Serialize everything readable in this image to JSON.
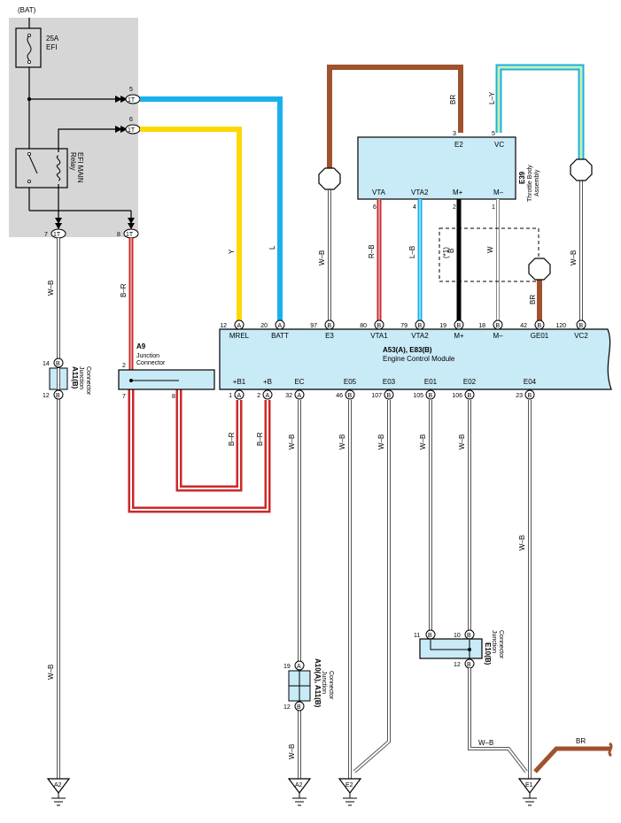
{
  "diagram": {
    "bat": "(BAT)",
    "fuse_amp": "25A",
    "fuse_name": "EFI",
    "relay_name": "EFI MAIN",
    "relay_word": "Relay",
    "pins": {
      "tf_5": "5",
      "tf_6": "6",
      "tf_7": "7",
      "tf_8": "8",
      "tf_code": "1T",
      "br_3": "3",
      "vc_5": "5",
      "vta_6": "6",
      "vta2_4": "4",
      "mp_2": "2",
      "mm_1": "1",
      "a11_14": "14",
      "a11_12": "12",
      "a9_2": "2",
      "a9_7": "7",
      "a9_8": "8",
      "a10_19": "19",
      "a10_12": "12",
      "e10_11": "11",
      "e10_10": "10",
      "e10_12": "12"
    },
    "ecm_top_pins": [
      {
        "num": "12",
        "code": "A",
        "name": "MREL"
      },
      {
        "num": "20",
        "code": "A",
        "name": "BATT"
      },
      {
        "num": "97",
        "code": "B",
        "name": "E3"
      },
      {
        "num": "80",
        "code": "B",
        "name": "VTA1"
      },
      {
        "num": "79",
        "code": "B",
        "name": "VTA2"
      },
      {
        "num": "19",
        "code": "B",
        "name": "M+"
      },
      {
        "num": "18",
        "code": "B",
        "name": "M–"
      },
      {
        "num": "42",
        "code": "B",
        "name": "GE01"
      },
      {
        "num": "120",
        "code": "B",
        "name": "VC2"
      }
    ],
    "ecm_bottom_pins": [
      {
        "num": "1",
        "code": "A",
        "name": "+B1"
      },
      {
        "num": "2",
        "code": "A",
        "name": "+B"
      },
      {
        "num": "32",
        "code": "A",
        "name": "EC"
      },
      {
        "num": "46",
        "code": "B",
        "name": "E05"
      },
      {
        "num": "107",
        "code": "B",
        "name": "E03"
      },
      {
        "num": "105",
        "code": "B",
        "name": "E01"
      },
      {
        "num": "106",
        "code": "B",
        "name": "E02"
      },
      {
        "num": "23",
        "code": "B",
        "name": "E04"
      }
    ],
    "ecm_code": "A53(A), E83(B)",
    "ecm_name": "Engine Control Module",
    "tb_pins": [
      "E2",
      "VC",
      "VTA",
      "VTA2",
      "M+",
      "M–"
    ],
    "tb_code": "E39",
    "tb_name_1": "Throttle Body",
    "tb_name_2": "Assembly",
    "shield_note": "(*1)",
    "wires": {
      "y": "Y",
      "l": "L",
      "wb_e3": "W–B",
      "rb": "R–B",
      "lb": "L–B",
      "b": "B",
      "w": "W",
      "br_ge": "BR",
      "wb_vc2": "W–B",
      "br_top": "BR",
      "ly_top": "L–Y",
      "wb_left1": "W–B",
      "wb_left2": "W–B",
      "br_left": "B–R",
      "br_1": "B–R",
      "br_2": "B–R",
      "wb_ec": "W–B",
      "wb_e05": "W–B",
      "wb_e03": "W–B",
      "wb_e01": "W–B",
      "wb_e02": "W–B",
      "wb_e04": "W–B",
      "wb_ec2": "W–B",
      "wb_e10": "W–B",
      "br_e1": "BR"
    },
    "a11_code": "A11(B)",
    "a11_name_1": "Junction",
    "a11_name_2": "Connector",
    "a9_code": "A9",
    "a9_name_1": "Junction",
    "a9_name_2": "Connector",
    "a10_code": "A10(A), A11(B)",
    "a10_name_1": "Junction",
    "a10_name_2": "Connector",
    "e10_code": "E10(B)",
    "e10_name_1": "Junction",
    "e10_name_2": "Connector",
    "grounds": {
      "a2_left": "A2",
      "a2_mid": "A2",
      "e2": "E2",
      "e1": "E1"
    }
  },
  "colors": {
    "panel": "#d6d6d6",
    "ecm_fill": "#c9eaf7",
    "yellow": "#ffd800",
    "blue": "#1ab0ec",
    "brown": "#a0522d",
    "red": "#cc2a2a",
    "lightgreen": "#c8f0a8"
  }
}
